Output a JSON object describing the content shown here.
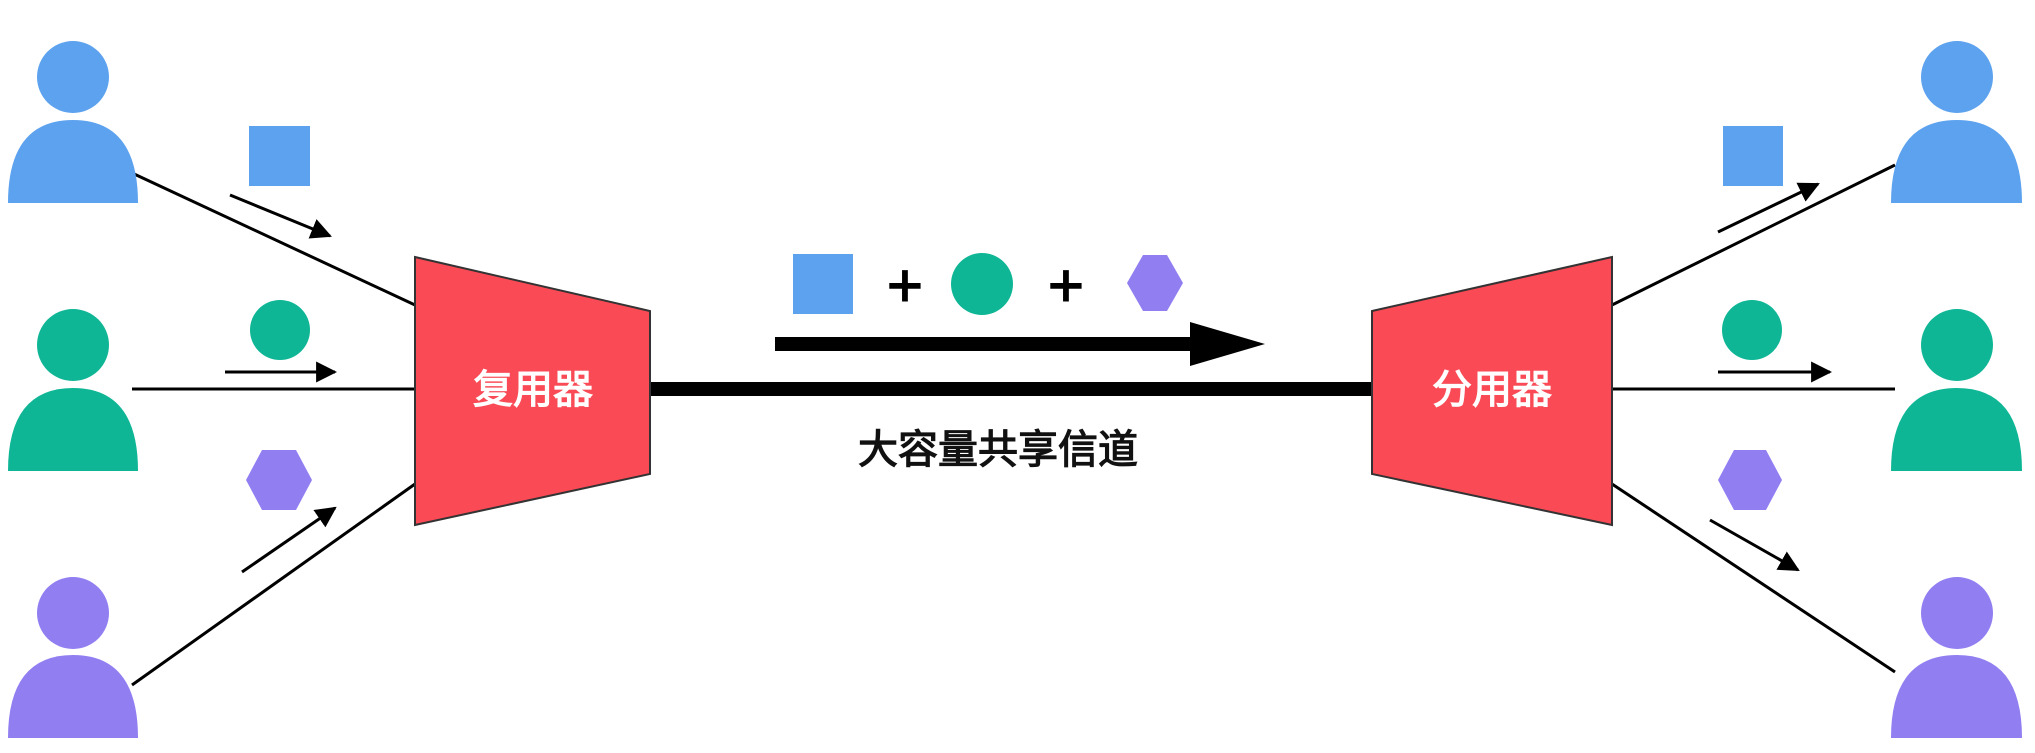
{
  "mux_label": "复用器",
  "demux_label": "分用器",
  "channel_label": "大容量共享信道",
  "plus_symbols": [
    "+",
    "+"
  ],
  "colors": {
    "blue": "#5da2ee",
    "green": "#0fb696",
    "purple": "#917ff2",
    "red": "#f94a55",
    "black": "#000000",
    "white": "#ffffff"
  },
  "icons": {
    "user": "person-icon",
    "square": "square-signal-icon",
    "circle": "circle-signal-icon",
    "hexagon": "hexagon-signal-icon"
  }
}
